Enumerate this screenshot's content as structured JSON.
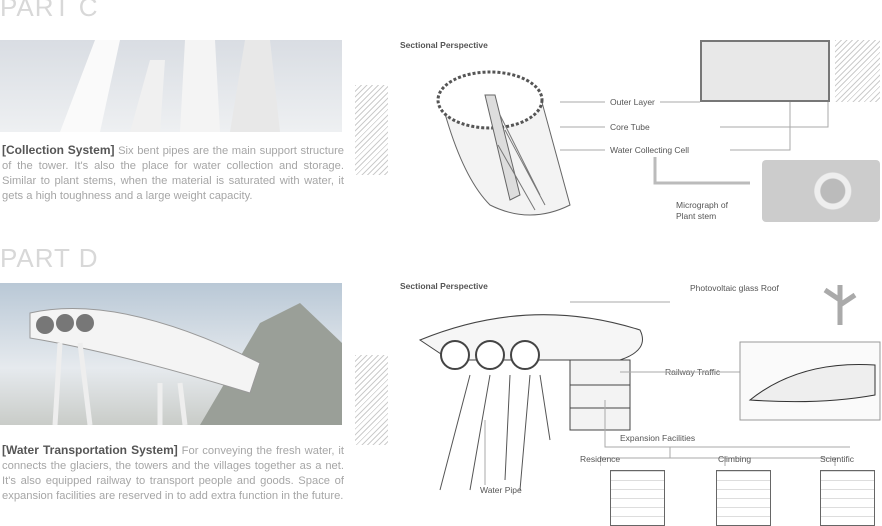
{
  "partC": {
    "title": "PART C",
    "section_title": "Sectional Perspective",
    "heading": "[Collection System]",
    "body": "Six bent pipes are the main support structure of the tower. It's also the place for water collection and storage. Similar to plant stems, when the material is saturated with water, it gets a high toughness and a large weight capacity.",
    "labels": [
      "Outer Layer",
      "Core Tube",
      "Water Collecting Cell"
    ],
    "micrograph_label": "Micrograph of Plant stem"
  },
  "partD": {
    "title": "PART D",
    "section_title": "Sectional Perspective",
    "heading": "[Water Transportation System]",
    "body": "For conveying the fresh water, it connects the glaciers, the towers and the villages together as a net. It's also equipped railway to transport people and goods. Space of expansion facilities are reserved in to add extra function in the future.",
    "roof_label": "Photovoltaic glass Roof",
    "railway_label": "Railway Traffic",
    "expansion_label": "Expansion Facilities",
    "facilities": [
      "Residence",
      "Climbing",
      "Scientific"
    ],
    "pipe_label": "Water Pipe"
  }
}
